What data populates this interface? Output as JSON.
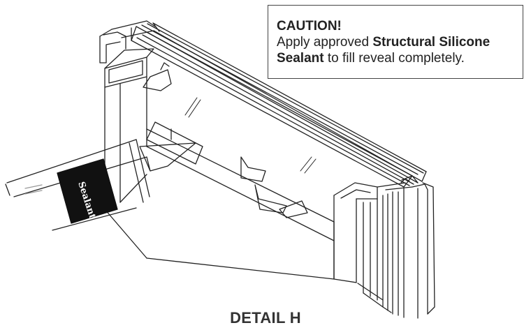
{
  "caution": {
    "title": "CAUTION!",
    "line1_pre": "Apply approved ",
    "line1_bold": "Structural Silicone",
    "line2_bold": "Sealant",
    "line2_post": " to fill reveal completely."
  },
  "sealant_tube": {
    "label": "Sealant"
  },
  "caption": "DETAIL H",
  "colors": {
    "line": "#222222",
    "tube_band": "#111111",
    "text": "#222222"
  }
}
